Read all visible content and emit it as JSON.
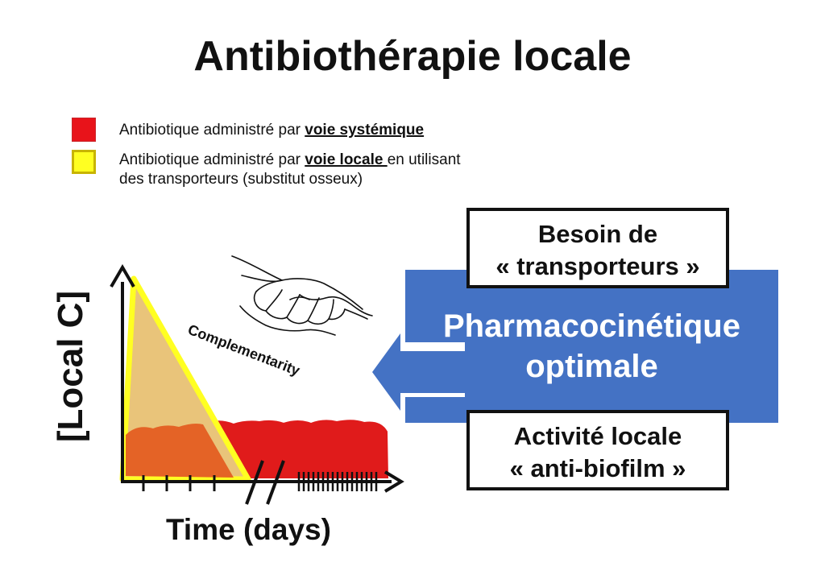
{
  "title": "Antibiothérapie locale",
  "legend": {
    "systemic": {
      "prefix": "Antibiotique administré par ",
      "emphasis": "voie systémique",
      "suffix": "",
      "color": "#e8131a"
    },
    "local": {
      "prefix": "Antibiotique administré par ",
      "emphasis": "voie locale ",
      "suffix": "en utilisant des transporteurs (substitut osseux)",
      "color": "#ffff22"
    }
  },
  "graph": {
    "y_label": "[Local C]",
    "x_label": "Time (days)",
    "annotation": "Complementarity",
    "colors": {
      "local_fill": "#e9c47a",
      "local_outline": "#ffff22",
      "systemic_fill": "#e01b1b",
      "overlap_fill": "#e35a1e",
      "axis": "#111111"
    },
    "icons": [
      "handshake-icon"
    ]
  },
  "diagram": {
    "center_label_line1": "Pharmacocinétique",
    "center_label_line2": "optimale",
    "arrow_color": "#4472c4",
    "top_box_line1": "Besoin de",
    "top_box_line2": "« transporteurs »",
    "bottom_box_line1": "Activité locale",
    "bottom_box_line2": "« anti-biofilm »"
  }
}
